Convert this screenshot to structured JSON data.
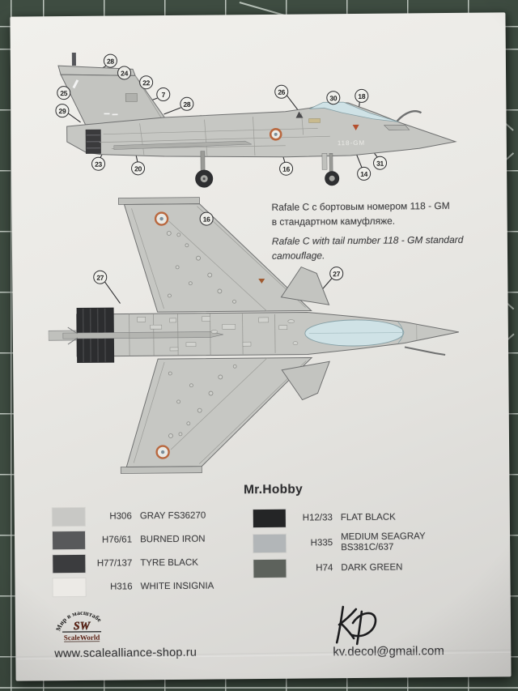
{
  "colors": {
    "mat": "#3e4c41",
    "mat_line": "#dee5de",
    "paper": "#e9e8e4",
    "aircraft_fill": "#c6c7c3",
    "aircraft_line": "#6f7070",
    "canopy": "#cfe2e6",
    "roundel_ring": "#b9683f",
    "ink": "#3c3c3e",
    "logo_maroon": "#6e2b1b"
  },
  "side_view": {
    "tail_code": "118-GM",
    "callouts": [
      {
        "n": "28"
      },
      {
        "n": "24"
      },
      {
        "n": "22"
      },
      {
        "n": "7"
      },
      {
        "n": "28"
      },
      {
        "n": "25"
      },
      {
        "n": "29"
      },
      {
        "n": "23"
      },
      {
        "n": "20"
      },
      {
        "n": "26"
      },
      {
        "n": "30"
      },
      {
        "n": "18"
      },
      {
        "n": "16"
      },
      {
        "n": "31"
      },
      {
        "n": "14"
      }
    ]
  },
  "top_view": {
    "callouts": [
      {
        "n": "16"
      },
      {
        "n": "27"
      },
      {
        "n": "27"
      }
    ]
  },
  "description": {
    "ru_line1": "Rafale C с бортовым номером 118 - GM",
    "ru_line2": "в стандартном камуфляже.",
    "en_line1": "Rafale C with tail number 118 - GM standard",
    "en_line2": "camouflage."
  },
  "paints": {
    "brand": "Mr.Hobby",
    "left": [
      {
        "code": "H306",
        "name": "GRAY FS36270",
        "color": "#c8c8c5"
      },
      {
        "code": "H76/61",
        "name": "BURNED IRON",
        "color": "#58595b"
      },
      {
        "code": "H77/137",
        "name": "TYRE BLACK",
        "color": "#3b3c3e"
      },
      {
        "code": "H316",
        "name": "WHITE INSIGNIA",
        "color": "#eceae6"
      }
    ],
    "right": [
      {
        "code": "H12/33",
        "name": "FLAT BLACK",
        "color": "#242526"
      },
      {
        "code": "H335",
        "name": "MEDIUM SEAGRAY",
        "name2": "BS381C/637",
        "color": "#b2b6b8"
      },
      {
        "code": "H74",
        "name": "DARK GREEN",
        "color": "#5d625c"
      }
    ]
  },
  "footer": {
    "logo_arc_text": "Мир в масштабе",
    "logo_initials": "SW",
    "logo_name": "ScaleWorld",
    "url": "www.scalealliance-shop.ru",
    "kd_initials": "KD",
    "email": "kv.decol@gmail.com"
  }
}
